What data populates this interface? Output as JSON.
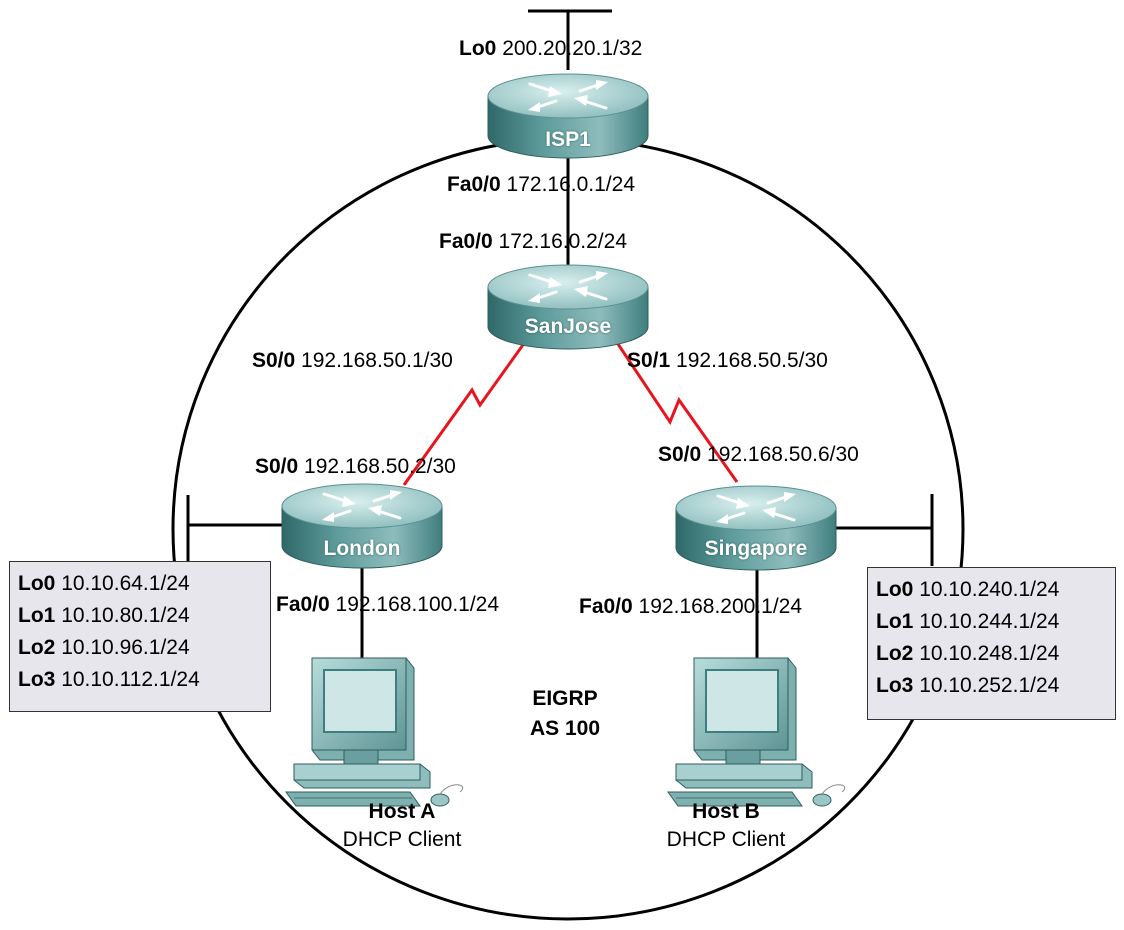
{
  "colors": {
    "router_top": "#9ccaca",
    "router_side": "#3f7e7e",
    "serial_link": "#e8141e",
    "loopback_box": "#e6e6ec",
    "pc_body": "#8fbcbc"
  },
  "routers": {
    "isp1": "ISP1",
    "sanjose": "SanJose",
    "london": "London",
    "singapore": "Singapore"
  },
  "labels": {
    "isp1_lo0": {
      "iface": "Lo0",
      "addr": "200.20.20.1/32"
    },
    "isp1_fa00": {
      "iface": "Fa0/0",
      "addr": "172.16.0.1/24"
    },
    "sanjose_fa00": {
      "iface": "Fa0/0",
      "addr": "172.16.0.2/24"
    },
    "sanjose_s00": {
      "iface": "S0/0",
      "addr": "192.168.50.1/30"
    },
    "sanjose_s01": {
      "iface": "S0/1",
      "addr": "192.168.50.5/30"
    },
    "london_s00": {
      "iface": "S0/0",
      "addr": "192.168.50.2/30"
    },
    "singapore_s00": {
      "iface": "S0/0",
      "addr": "192.168.50.6/30"
    },
    "london_fa00": {
      "iface": "Fa0/0",
      "addr": "192.168.100.1/24"
    },
    "singapore_fa00": {
      "iface": "Fa0/0",
      "addr": "192.168.200.1/24"
    }
  },
  "london_loopbacks": [
    {
      "iface": "Lo0",
      "addr": "10.10.64.1/24"
    },
    {
      "iface": "Lo1",
      "addr": "10.10.80.1/24"
    },
    {
      "iface": "Lo2",
      "addr": "10.10.96.1/24"
    },
    {
      "iface": "Lo3",
      "addr": "10.10.112.1/24"
    }
  ],
  "singapore_loopbacks": [
    {
      "iface": "Lo0",
      "addr": "10.10.240.1/24"
    },
    {
      "iface": "Lo1",
      "addr": "10.10.244.1/24"
    },
    {
      "iface": "Lo2",
      "addr": "10.10.248.1/24"
    },
    {
      "iface": "Lo3",
      "addr": "10.10.252.1/24"
    }
  ],
  "domain": {
    "line1": "EIGRP",
    "line2": "AS 100"
  },
  "hosts": {
    "a": {
      "name": "Host A",
      "role": "DHCP Client"
    },
    "b": {
      "name": "Host B",
      "role": "DHCP Client"
    }
  },
  "icons": [
    "router-icon",
    "pc-icon",
    "serial-link-icon"
  ]
}
